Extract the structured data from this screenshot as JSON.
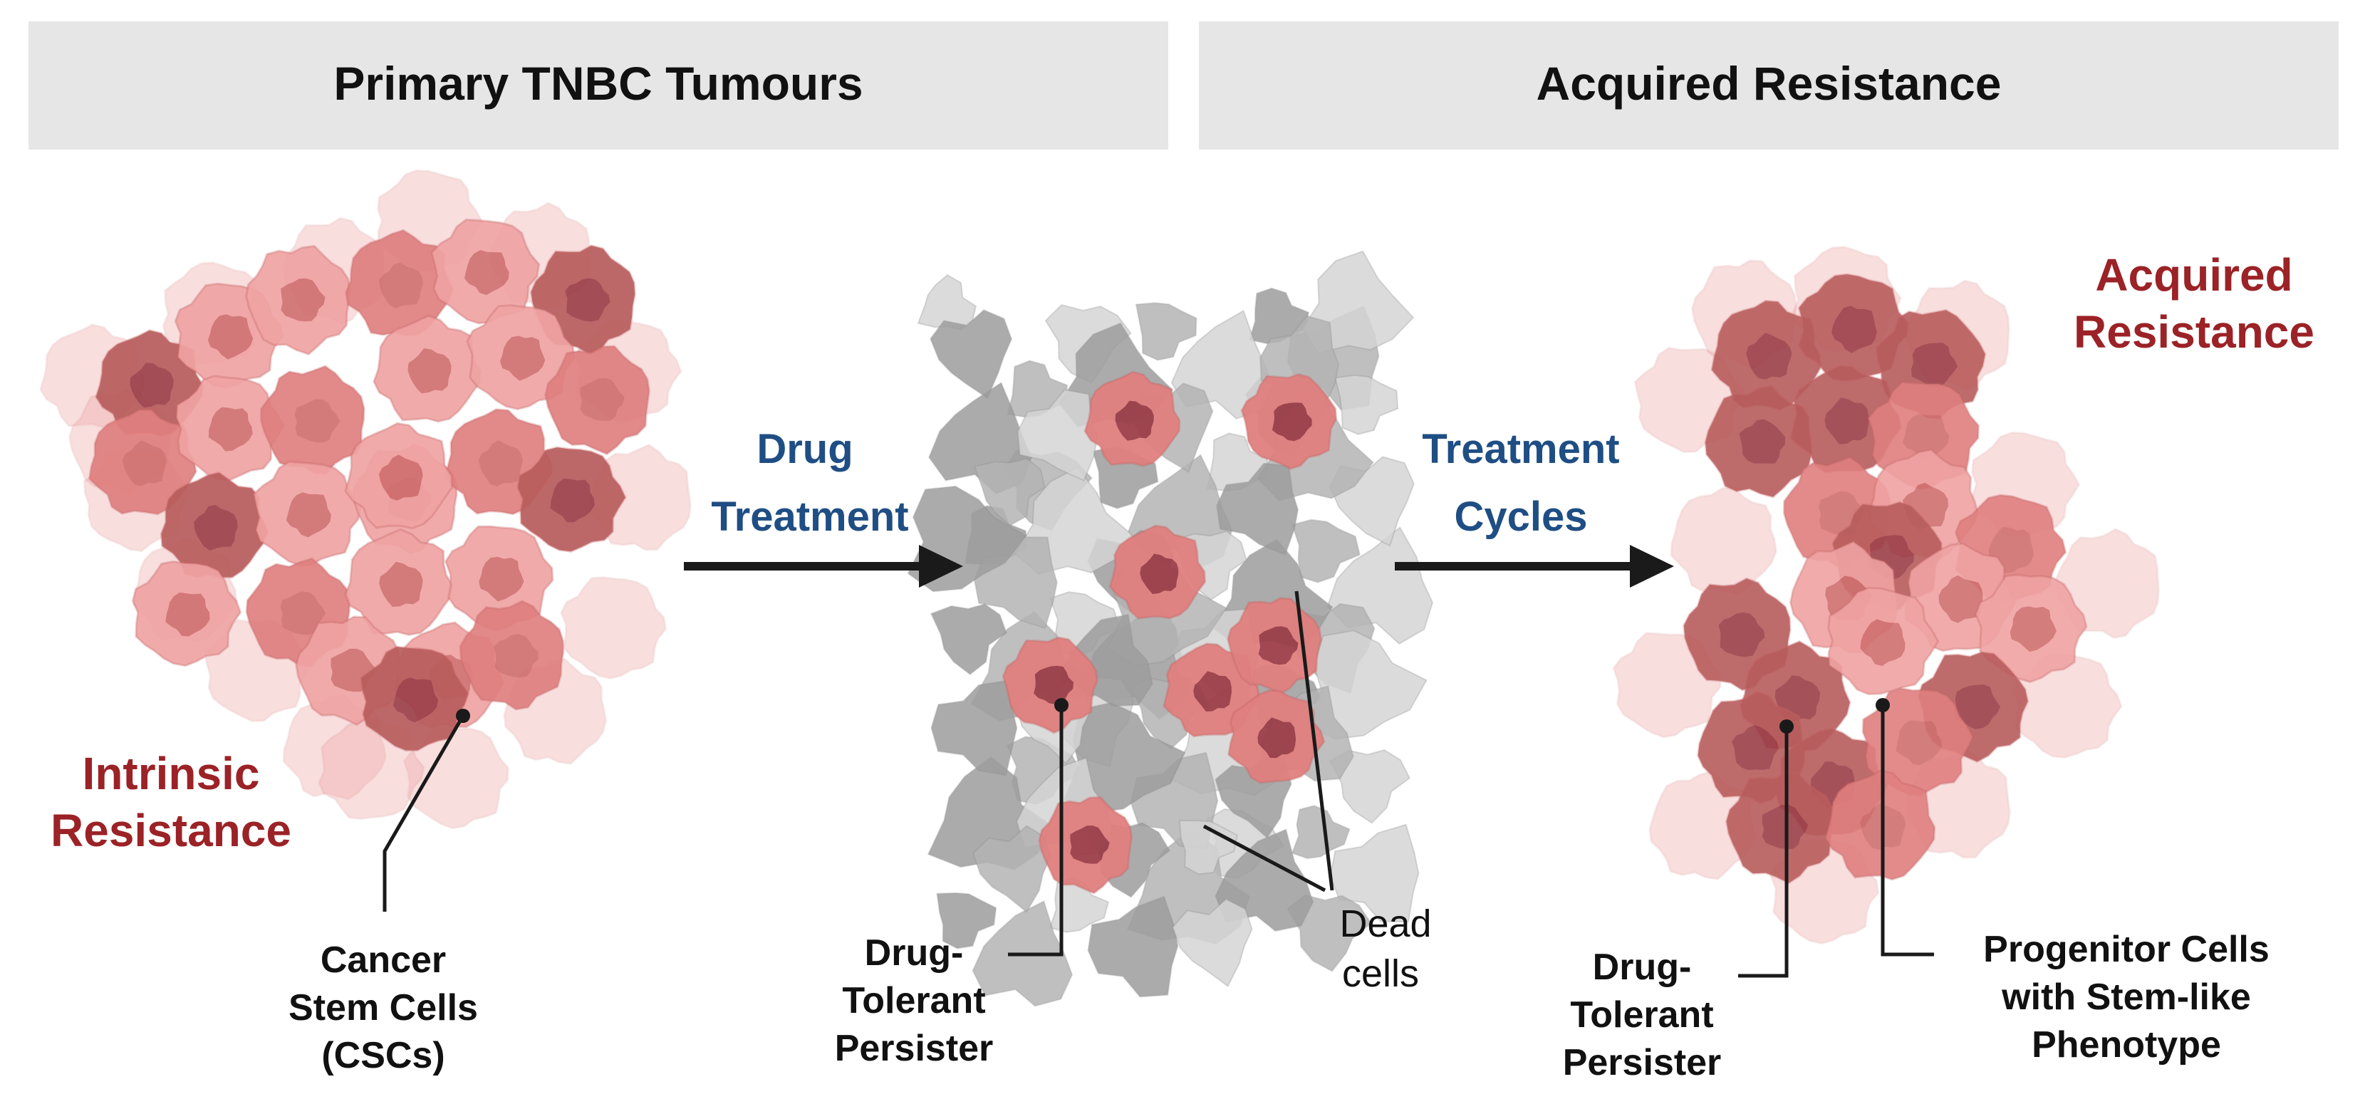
{
  "headers": {
    "left": "Primary TNBC Tumours",
    "right": "Acquired Resistance"
  },
  "arrows": {
    "first": [
      "Drug",
      "Treatment"
    ],
    "second": [
      "Treatment",
      "Cycles"
    ]
  },
  "resistance_labels": {
    "intrinsic": [
      "Intrinsic",
      "Resistance"
    ],
    "acquired": [
      "Acquired",
      "Resistance"
    ]
  },
  "callouts": {
    "cancer_stem_cells": [
      "Cancer",
      "Stem Cells",
      "(CSCs)"
    ],
    "drug_tolerant_persister_middle": [
      "Drug-",
      "Tolerant",
      "Persister"
    ],
    "dead_cells": [
      "Dead",
      "cells"
    ],
    "drug_tolerant_persister_right": [
      "Drug-",
      "Tolerant",
      "Persister"
    ],
    "progenitor_cells": [
      "Progenitor Cells",
      "with Stem-like",
      "Phenotype"
    ]
  },
  "colors": {
    "header_bg": "#e6e6e6",
    "header_text": "#111111",
    "resistance_red": "#9b2226",
    "treatment_blue": "#1f4e84",
    "cell_light": "#f0a3a3",
    "cell_mid": "#e07f7f",
    "cell_dark": "#b85c5c",
    "nucleus_light": "#d07070",
    "nucleus_dark": "#9c3f49",
    "dead_cell_gray": "#b4b4b4",
    "arrow": "#1a1a1a"
  }
}
